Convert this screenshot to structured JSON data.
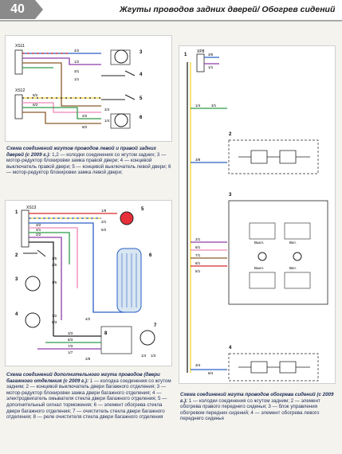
{
  "header": {
    "page_number": "40",
    "title": "Жгуты проводов задних дверей/ Обогрев сидений"
  },
  "panel_a": {
    "connectors": [
      "XS11",
      "XS12"
    ],
    "component_numbers": [
      "3",
      "4",
      "5",
      "6"
    ],
    "wire_codes": [
      "4/2",
      "1/2",
      "3/1",
      "1/1",
      "5/2",
      "6/2",
      "2/2",
      "8/2",
      "2/4",
      "1/4"
    ],
    "caption_title": "Схема соединений жгутов проводов левой и правой задних дверей (с 2009 г.):",
    "caption_text": " 1,2 — колодки соединения со жгутом задних; 3 — мотор-редуктор блокировки замка правой двери; 4 — концевой выключатель правой двери; 5 — концевой выключатель левой двери; 6 — мотор-редуктор блокировки замка левой двери;"
  },
  "panel_b": {
    "connector": "XS13",
    "component_numbers": [
      "1",
      "2",
      "3",
      "4",
      "5",
      "6",
      "7",
      "8"
    ],
    "wire_codes": [
      "1/8",
      "2/1",
      "5/2",
      "3/2",
      "4/1",
      "2/2",
      "1/5",
      "2/5",
      "1/6",
      "7/2",
      "6/3",
      "3/3",
      "8/3",
      "7/3",
      "1/7",
      "4/2",
      "2/8",
      "1/4",
      "1/3"
    ],
    "caption_title": "Схема соединений дополнительного жгута проводов (двери багажного отделения (с 2009 г.):",
    "caption_text": " 1 — колодка соединения со жгутом задним; 2 — концевой выключатель двери багажного отделения; 3 — мотор-редуктор блокировки замка двери багажного отделения; 4 — электродвигатель омывателя стекла двери багажного отделения; 5 — дополнительный сигнал торможения; 6 — элемент обогрева стекла двери багажного отделения; 7 — очиститель стекла двери багажного отделения; 8 — реле очистителя стекла двери багажного отделения"
  },
  "panel_c": {
    "connector": "XP8",
    "component_numbers": [
      "1",
      "2",
      "3",
      "4"
    ],
    "wire_codes": [
      "3/5",
      "1/1",
      "1/4",
      "3/1",
      "3/8",
      "2/1",
      "6/1",
      "7/1",
      "8/1",
      "5/1",
      "3/4",
      "8/4"
    ],
    "labels": [
      "Выкл.",
      "Вкл.",
      "Выкл.",
      "Вкл."
    ],
    "caption_title": "Схема соединений жгута проводов обогрева сидений (с 2009 г.):",
    "caption_text": " 1 — колодки соединения со жгутом задним; 2 — элемент обогрева правого переднего сиденья; 3 — блок управления обогревом передних сидений; 4 — элемент обогрева левого переднего сиденья"
  },
  "colors": {
    "red": "#d9262a",
    "yellow": "#f1d22b",
    "blue": "#2a5fc4",
    "green": "#2f9a47",
    "violet": "#8d3ca8",
    "pink": "#ee86b8",
    "brown": "#8a5a2b",
    "black": "#222222",
    "grey": "#8c8c8c"
  }
}
